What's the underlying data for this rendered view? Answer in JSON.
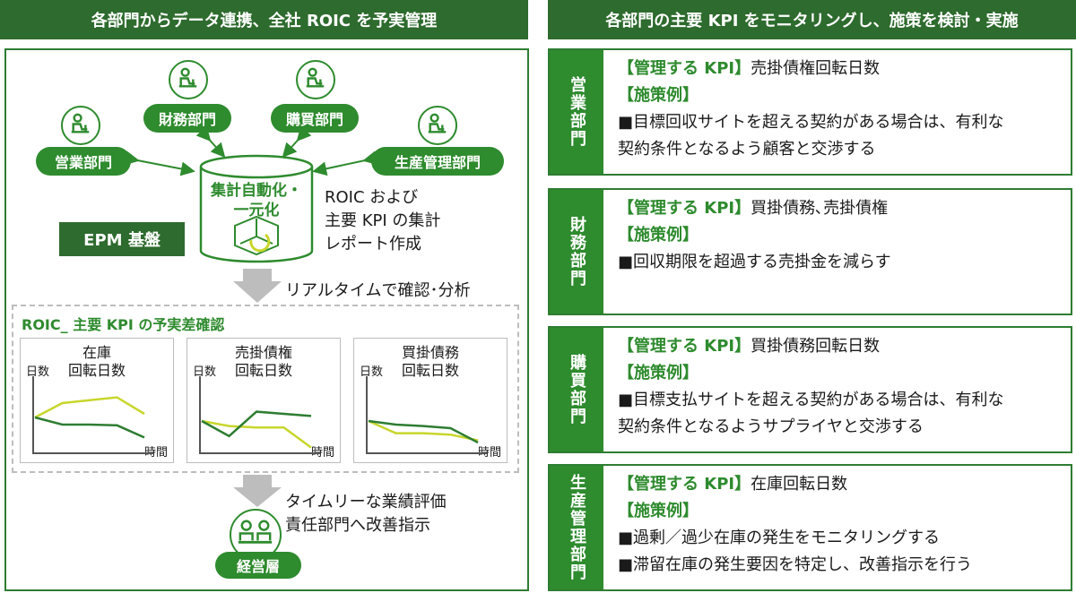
{
  "left": {
    "header": "各部門からデータ連携、全社 ROIC を予実管理",
    "departments": [
      "財務部門",
      "購買部門",
      "営業部門",
      "生産管理部門"
    ],
    "db_label": "集計自動化・\n一元化",
    "platform": "EPM 基盤",
    "roic_text": "ROIC および\n主要 KPI の集計\nレポート作成",
    "realtime": "リアルタイムで確認･分析",
    "panel_title": "ROIC_ 主要 KPI の予実差確認",
    "timely": "タイムリーな業績評価\n責任部門へ改善指示",
    "management": "経営層"
  },
  "charts": [
    {
      "title": "在庫\n回転日数",
      "ylabel": "日数",
      "xlabel": "時間"
    },
    {
      "title": "売掛債権\n回転日数",
      "ylabel": "日数",
      "xlabel": "時間"
    },
    {
      "title": "買掛債務\n回転日数",
      "ylabel": "日数",
      "xlabel": "時間"
    }
  ],
  "chart_data": [
    {
      "type": "line",
      "title": "在庫\n回転日数",
      "ylabel": "日数",
      "xlabel": "時間",
      "x": [
        0,
        1,
        2,
        3,
        4
      ],
      "series": [
        {
          "values": [
            50,
            70,
            74,
            78,
            55
          ],
          "color": "#c8d62b"
        },
        {
          "values": [
            50,
            40,
            40,
            39,
            22
          ],
          "color": "#2e7d32"
        }
      ]
    },
    {
      "type": "line",
      "title": "売掛債権\n回転日数",
      "ylabel": "日数",
      "xlabel": "時間",
      "x": [
        0,
        1,
        2,
        3,
        4
      ],
      "series": [
        {
          "values": [
            45,
            38,
            36,
            36,
            8
          ],
          "color": "#c8d62b"
        },
        {
          "values": [
            45,
            24,
            58,
            55,
            52
          ],
          "color": "#2e7d32"
        }
      ]
    },
    {
      "type": "line",
      "title": "買掛債務\n回転日数",
      "ylabel": "日数",
      "xlabel": "時間",
      "x": [
        0,
        1,
        2,
        3,
        4
      ],
      "series": [
        {
          "values": [
            45,
            28,
            28,
            26,
            18
          ],
          "color": "#c8d62b"
        },
        {
          "values": [
            45,
            40,
            38,
            35,
            15
          ],
          "color": "#2e7d32"
        }
      ]
    }
  ],
  "right": {
    "header": "各部門の主要 KPI をモニタリングし、施策を検討・実施",
    "kpi_label": "【管理する KPI】",
    "measure_label": "【施策例】",
    "departments": [
      {
        "name": "営業部門",
        "kpi": "売掛債権回転日数",
        "measures": [
          "■目標回収サイトを超える契約がある場合は、有利な\n契約条件となるよう顧客と交渉する"
        ]
      },
      {
        "name": "財務部門",
        "kpi": "買掛債務､売掛債権",
        "measures": [
          "■回収期限を超過する売掛金を減らす"
        ]
      },
      {
        "name": "購買部門",
        "kpi": "買掛債務回転日数",
        "measures": [
          "■目標支払サイトを超える契約がある場合は、有利な\n契約条件となるようサプライヤと交渉する"
        ]
      },
      {
        "name": "生産管理部門",
        "kpi": "在庫回転日数",
        "measures": [
          "■過剰／過少在庫の発生をモニタリングする",
          "■滞留在庫の発生要因を特定し、改善指示を行う"
        ]
      }
    ]
  },
  "colors": {
    "dark_green": "#2e6b2e",
    "green": "#2e8b2e",
    "lime": "#c8d62b",
    "gray": "#bdbdbd"
  }
}
